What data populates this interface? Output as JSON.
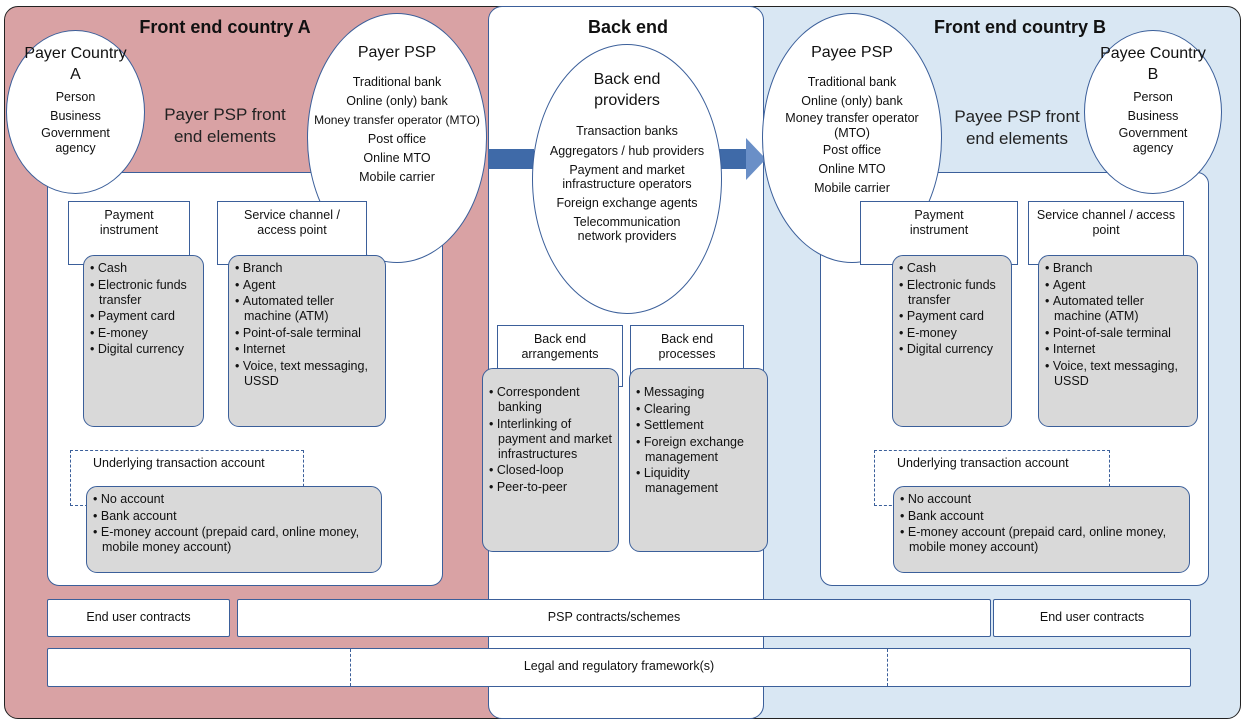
{
  "regions": {
    "front_a_title": "Front end country A",
    "back_end_title": "Back end",
    "front_b_title": "Front end country B"
  },
  "payer": {
    "title": "Payer Country A",
    "items": [
      "Person",
      "Business",
      "Government agency"
    ]
  },
  "payer_psp": {
    "title": "Payer PSP",
    "items": [
      "Traditional bank",
      "Online (only) bank",
      "Money transfer operator (MTO)",
      "Post office",
      "Online MTO",
      "Mobile carrier"
    ]
  },
  "payer_front_label": "Payer PSP front end elements",
  "payee_psp": {
    "title": "Payee PSP",
    "items": [
      "Traditional bank",
      "Online (only) bank",
      "Money transfer operator (MTO)",
      "Post office",
      "Online MTO",
      "Mobile carrier"
    ]
  },
  "payee": {
    "title": "Payee Country B",
    "items": [
      "Person",
      "Business",
      "Government agency"
    ]
  },
  "payee_front_label": "Payee PSP front end elements",
  "back_end_providers": {
    "title": "Back end providers",
    "items": [
      "Transaction banks",
      "Aggregators / hub providers",
      "Payment and market infrastructure operators",
      "Foreign exchange agents",
      "Telecommunication network providers"
    ]
  },
  "front_a": {
    "payment_instrument": {
      "title": "Payment instrument",
      "items": [
        "Cash",
        "Electronic funds transfer",
        "Payment card",
        "E-money",
        "Digital currency"
      ]
    },
    "service_channel": {
      "title": "Service channel / access point",
      "items": [
        "Branch",
        "Agent",
        "Automated teller machine (ATM)",
        "Point-of-sale terminal",
        "Internet",
        "Voice, text messaging, USSD"
      ]
    },
    "account": {
      "title": "Underlying transaction account",
      "items": [
        "No account",
        "Bank account",
        "E-money account (prepaid card, online money, mobile money account)"
      ]
    }
  },
  "front_b": {
    "payment_instrument": {
      "title": "Payment instrument",
      "items": [
        "Cash",
        "Electronic funds transfer",
        "Payment card",
        "E-money",
        "Digital currency"
      ]
    },
    "service_channel": {
      "title": "Service channel / access point",
      "items": [
        "Branch",
        "Agent",
        "Automated teller machine (ATM)",
        "Point-of-sale terminal",
        "Internet",
        "Voice, text messaging, USSD"
      ]
    },
    "account": {
      "title": "Underlying transaction account",
      "items": [
        "No account",
        "Bank account",
        "E-money account (prepaid card, online money, mobile money account)"
      ]
    }
  },
  "back_arrangements": {
    "title": "Back end arrangements",
    "items": [
      "Correspondent banking",
      "Interlinking of payment and market infrastructures",
      "Closed-loop",
      "Peer-to-peer"
    ]
  },
  "back_processes": {
    "title": "Back end processes",
    "items": [
      "Messaging",
      "Clearing",
      "Settlement",
      "Foreign exchange management",
      "Liquidity management"
    ]
  },
  "contracts": {
    "end_user_left": "End user contracts",
    "psp": "PSP contracts/schemes",
    "end_user_right": "End user contracts"
  },
  "legal": "Legal and regulatory framework(s)",
  "colors": {
    "front_a": "#d9a2a4",
    "front_b": "#d9e7f3",
    "outline": "#3b5f9a",
    "grey": "#d9d9d9",
    "arrow": "#3f6aa8"
  }
}
